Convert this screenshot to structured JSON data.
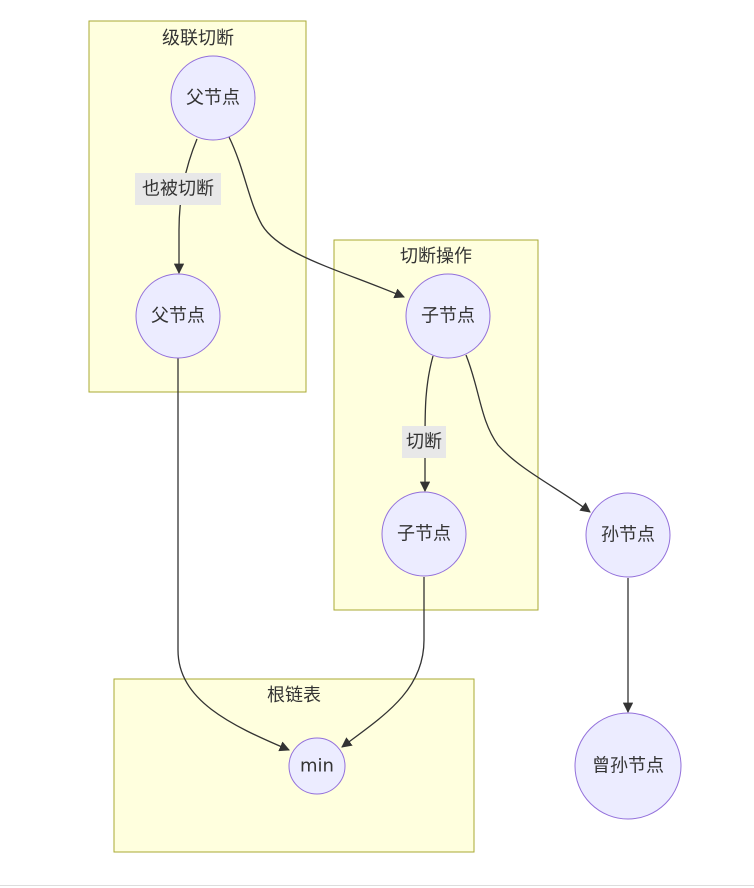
{
  "clusters": {
    "cascade": {
      "title": "级联切断"
    },
    "cut": {
      "title": "切断操作"
    },
    "root": {
      "title": "根链表"
    }
  },
  "nodes": {
    "parent": "父节点",
    "grandparent": "父节点",
    "child": "子节点",
    "child2": "子节点",
    "grandchild": "孙节点",
    "greatgrandchild": "曾孙节点",
    "min": "min"
  },
  "edges": {
    "also_cut": "也被切断",
    "cut": "切断"
  },
  "colors": {
    "cluster_fill": "#ffffde",
    "cluster_stroke": "#aaaa33",
    "node_fill": "#ececff",
    "node_stroke": "#9370db",
    "edge": "#333333"
  }
}
